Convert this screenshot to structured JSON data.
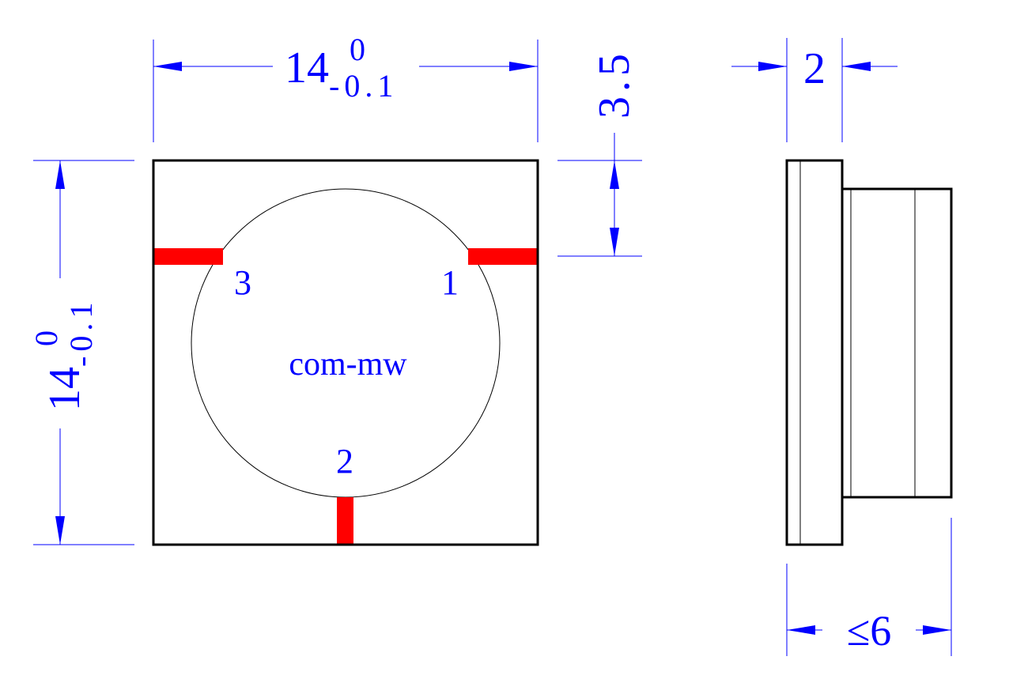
{
  "drawing": {
    "brand": "com-mw",
    "ports": {
      "port1": "1",
      "port2": "2",
      "port3": "3"
    },
    "colors": {
      "dimension": "#0000ff",
      "outline": "#000000",
      "stripline": "#ff0000"
    },
    "dimensions": {
      "width_nominal": "14",
      "width_upper_tol": "0",
      "width_lower_tol": "-0.1",
      "height_nominal": "14",
      "height_upper_tol": "0",
      "height_lower_tol": "-0.1",
      "port_offset": "3.5",
      "flange_thickness": "2",
      "total_height": "≤6"
    }
  }
}
